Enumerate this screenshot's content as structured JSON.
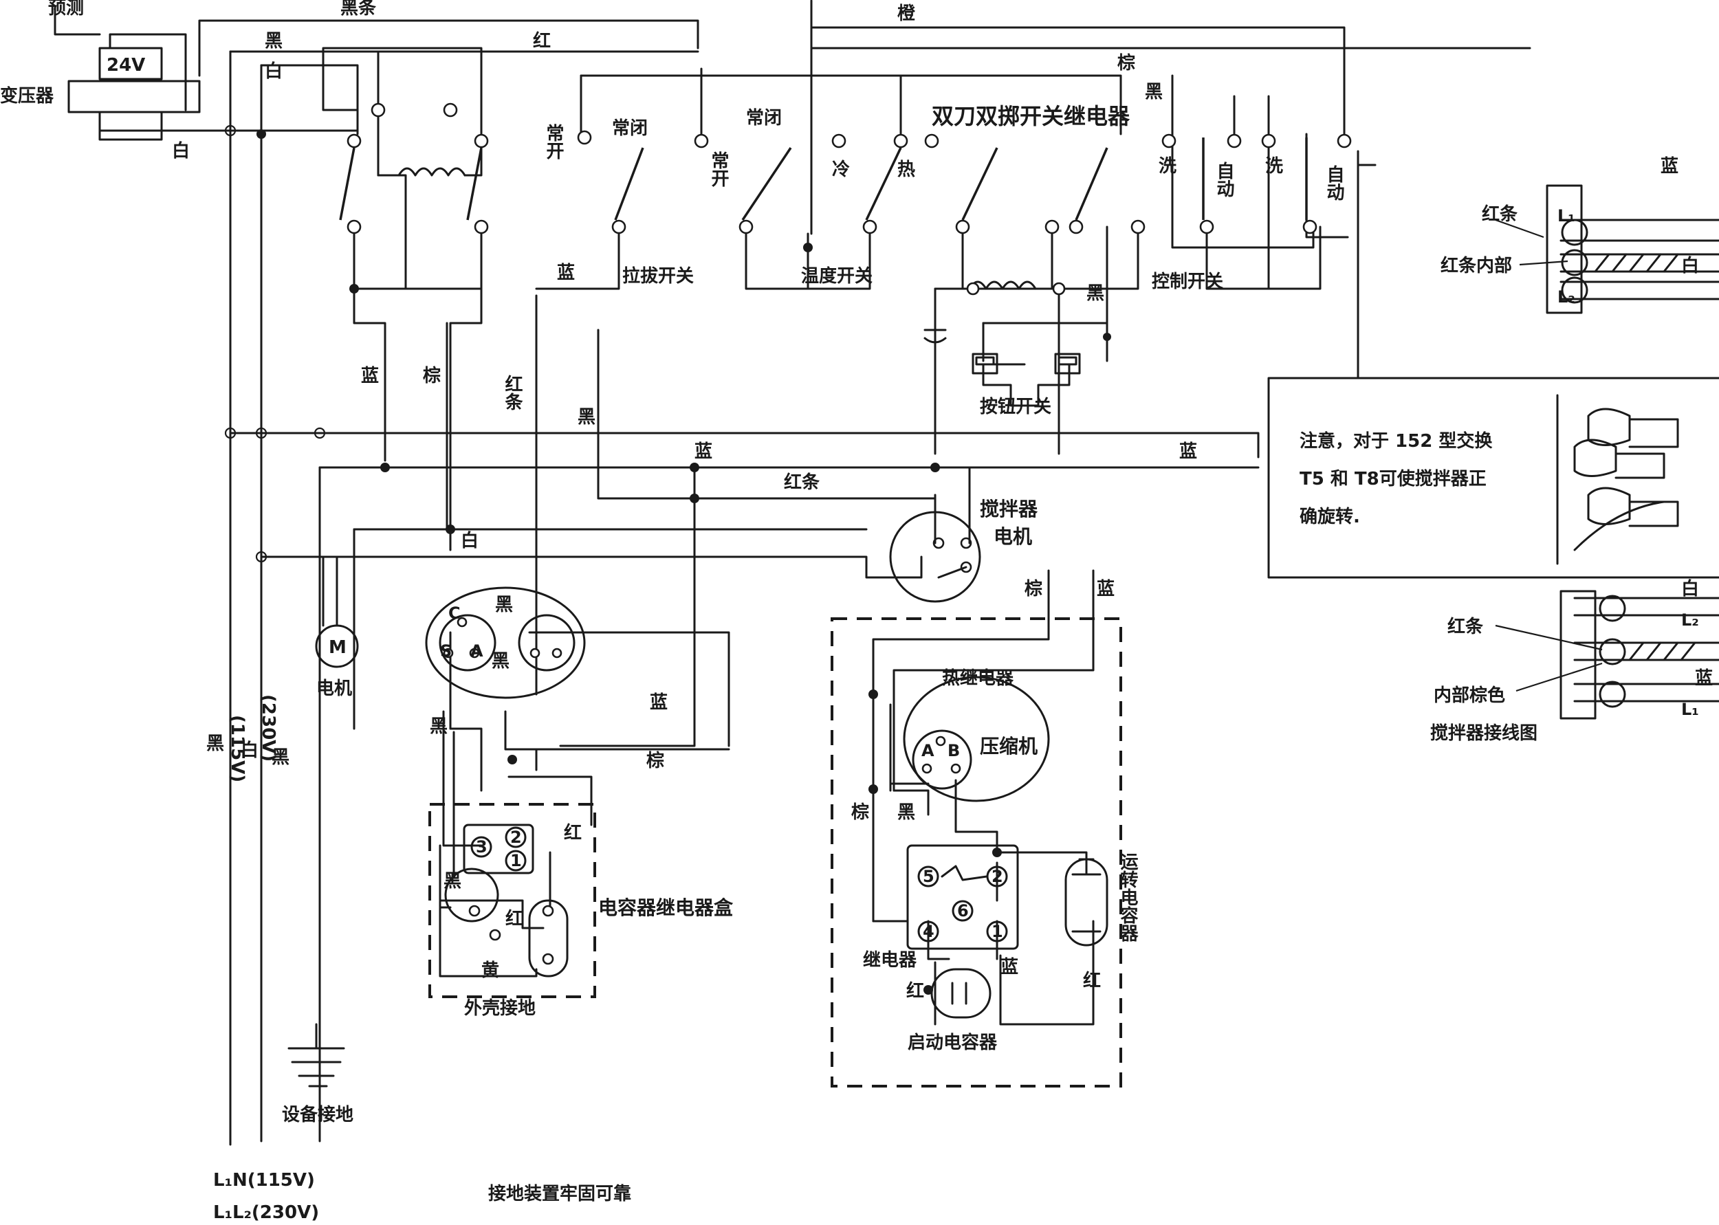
{
  "power": {
    "preset": "预测",
    "voltage_24v": "24V",
    "transformer": "变压器",
    "white_l": "白",
    "line_l1n": "L₁N(115V)",
    "line_l1l2": "L₁L₂(230V)"
  },
  "wires": {
    "black_stripe": "黑条",
    "black": "黑",
    "white": "白",
    "red": "红",
    "orange": "橙",
    "brown": "棕",
    "blue": "蓝",
    "red_stripe": "红条",
    "brown_black_r": "黑"
  },
  "switches": {
    "no_1": "常开",
    "nc_1": "常闭",
    "nc_2": "常闭",
    "no_2": "常开",
    "cold": "冷",
    "hot": "热",
    "dpdt_relay": "双刀双掷开关继电器",
    "wash_1": "洗",
    "auto_1": "自动",
    "wash_2": "洗",
    "auto_2": "自动",
    "pull_switch": "拉拔开关",
    "temp_switch": "温度开关",
    "control_switch": "控制开关",
    "button_switch": "按钮开关"
  },
  "motors": {
    "m_letter": "M",
    "motor": "电机",
    "agitator_motor_1": "搅拌器",
    "agitator_motor_2": "电机"
  },
  "vertical": {
    "v115": "(115V)",
    "v230": "(230V)",
    "left_black": "黑",
    "left_white": "白",
    "left_black2": "黑"
  },
  "relay_box": {
    "c": "C",
    "s": "S",
    "a": "A",
    "black_top": "黑",
    "black_mid": "黑",
    "blue": "蓝",
    "brown": "棕",
    "black_side": "黑",
    "red": "红",
    "red_inner": "红",
    "black_inner": "黑",
    "yellow": "黄",
    "n3": "3",
    "n2": "2",
    "n1": "1",
    "title": "电容器继电器盒",
    "shell_ground": "外壳接地"
  },
  "compressor": {
    "brown_top": "棕",
    "blue_top": "蓝",
    "thermal_relay": "热继电器",
    "a": "A",
    "b": "B",
    "name": "压缩机",
    "brown_left": "棕",
    "black_left": "黑",
    "n5": "5",
    "n2": "2",
    "n6": "6",
    "n4": "4",
    "n1": "1",
    "relay": "继电器",
    "blue_lbl": "蓝",
    "red_lbl": "红",
    "red_right": "红",
    "start_capacitor": "启动电容器",
    "run_capacitor": "运转电容器"
  },
  "agitator_wiring": {
    "blue": "蓝",
    "red_stripe": "红条",
    "l1": "L₁",
    "red_inner": "红条内部",
    "white": "白",
    "l2": "L₂",
    "note_line1": "注意，对于 152 型交换",
    "note_line2": "T5 和 T8可使搅拌器正",
    "note_line3": "确旋转.",
    "white2": "白",
    "l2b": "L₂",
    "red_stripe2": "红条",
    "blue2": "蓝",
    "brown_inner": "内部棕色",
    "l1b": "L₁",
    "caption": "搅拌器接线图"
  },
  "ground": {
    "equipment": "设备接地",
    "reliable": "接地装置牢固可靠"
  }
}
